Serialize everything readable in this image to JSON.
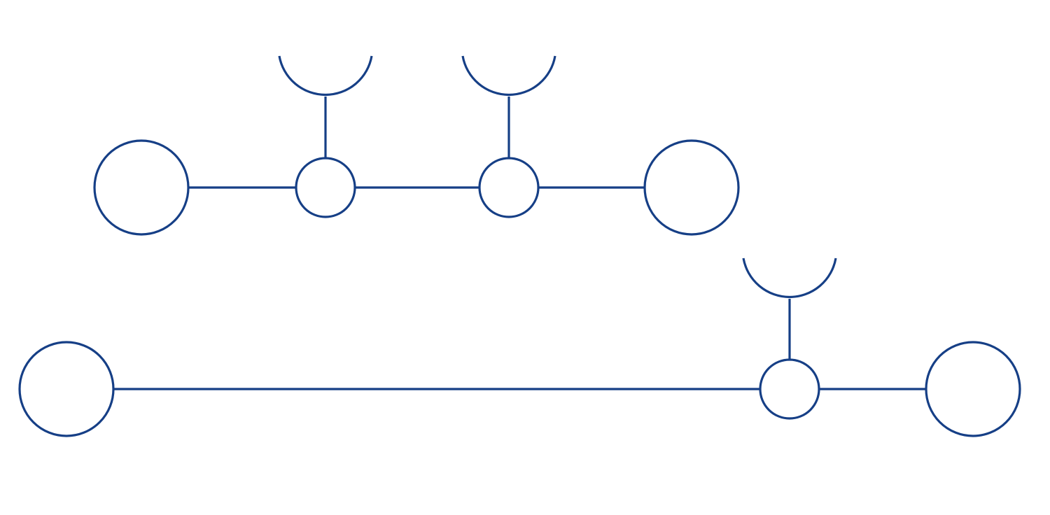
{
  "diagram": {
    "stroke_color": "#163f86",
    "background": "#ffffff",
    "rows": [
      {
        "elements": [
          "terminal",
          "junction-with-socket",
          "junction-with-socket",
          "terminal"
        ]
      },
      {
        "elements": [
          "terminal",
          "junction-with-socket",
          "terminal"
        ]
      }
    ]
  }
}
